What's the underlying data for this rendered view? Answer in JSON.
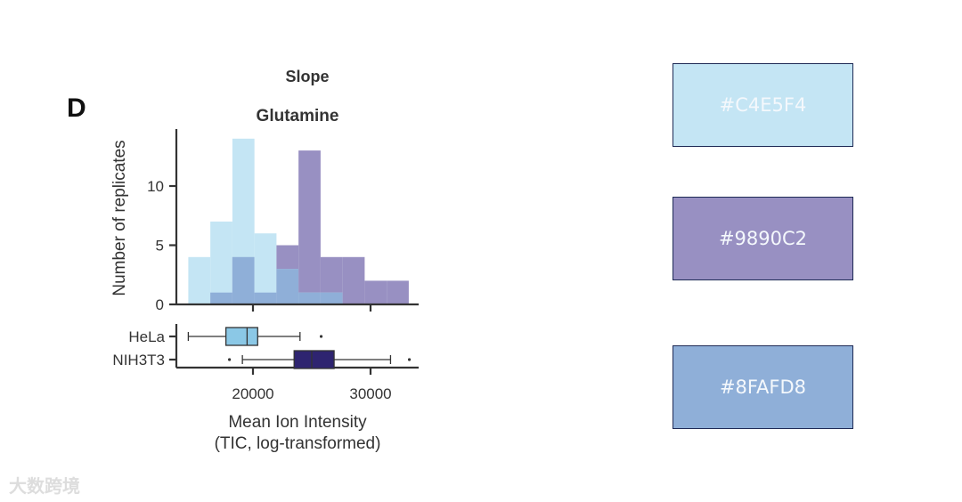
{
  "chart_data": {
    "type": "bar",
    "panel_label": "D",
    "cropped_text_above": "Slope",
    "title": "Glutamine",
    "xlabel": "Mean Ion Intensity",
    "xlabel2": "(TIC, log-transformed)",
    "ylabel": "Number of replicates",
    "xlim": [
      13000,
      34000
    ],
    "ylim": [
      0,
      14.5
    ],
    "xticks": [
      {
        "value": 20000,
        "label": "20000"
      },
      {
        "value": 30000,
        "label": "30000"
      }
    ],
    "yticks": [
      {
        "value": 0,
        "label": "0"
      },
      {
        "value": 5,
        "label": "5"
      },
      {
        "value": 10,
        "label": "10"
      }
    ],
    "bin_edges": [
      14500,
      16375,
      18250,
      20125,
      22000,
      23875,
      25750,
      27625,
      29500,
      31375,
      33250
    ],
    "series": [
      {
        "name": "HeLa",
        "color": "#C4E5F4",
        "counts": [
          4,
          7,
          14,
          6,
          3,
          1,
          1,
          0,
          0,
          0
        ]
      },
      {
        "name": "NIH3T3",
        "color": "#9890C2",
        "counts": [
          0,
          1,
          4,
          1,
          5,
          13,
          4,
          4,
          2,
          2
        ]
      }
    ],
    "overlap_color": "#8FAFD8",
    "boxplots": [
      {
        "name": "HeLa",
        "color": "#8BC8E6",
        "whisker_low": 14500,
        "q1": 17700,
        "median": 19500,
        "q3": 20400,
        "whisker_high": 24000,
        "outliers": [
          25800
        ]
      },
      {
        "name": "NIH3T3",
        "color": "#2E2470",
        "whisker_low": 19100,
        "q1": 23500,
        "median": 25000,
        "q3": 26900,
        "whisker_high": 31700,
        "outliers": [
          18000,
          33300
        ]
      }
    ]
  },
  "swatches": [
    {
      "label": "#C4E5F4",
      "color": "#C4E5F4"
    },
    {
      "label": "#9890C2",
      "color": "#9890C2"
    },
    {
      "label": "#8FAFD8",
      "color": "#8FAFD8"
    }
  ],
  "watermark": "大数跨境"
}
